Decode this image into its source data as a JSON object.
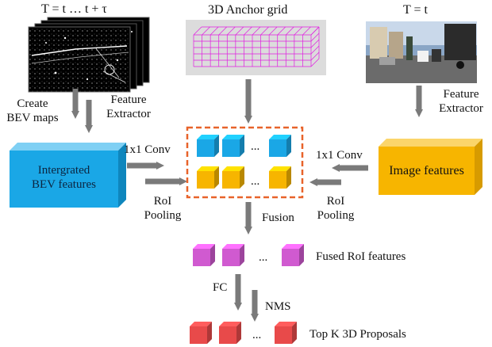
{
  "labels": {
    "lidar_time": "T = t … t + τ",
    "anchor_grid": "3D Anchor grid",
    "image_time": "T = t",
    "create_bev_line1": "Create",
    "create_bev_line2": "BEV maps",
    "feature_extractor_left_line1": "Feature",
    "feature_extractor_left_line2": "Extractor",
    "feature_extractor_right_line1": "Feature",
    "feature_extractor_right_line2": "Extractor",
    "bev_features_line1": "Intergrated",
    "bev_features_line2": "BEV features",
    "image_features": "Image features",
    "conv_left": "1x1 Conv",
    "conv_right": "1x1 Conv",
    "roi_left_line1": "RoI",
    "roi_left_line2": "Pooling",
    "roi_right_line1": "RoI",
    "roi_right_line2": "Pooling",
    "fusion": "Fusion",
    "fused_roi": "Fused RoI features",
    "fc": "FC",
    "nms": "NMS",
    "top_k": "Top K 3D Proposals",
    "ellipsis_blue": "...",
    "ellipsis_orange": "...",
    "ellipsis_fused": "...",
    "ellipsis_proposals": "..."
  },
  "colors": {
    "bev_block": "#1aa7e6",
    "image_block": "#f7b500",
    "anchor_grid": "#e01ce0",
    "dashed_box": "#e8632a",
    "fused_cube": "#d05ad0",
    "proposal_cube": "#e84a4a",
    "arrow": "#7a7a7a"
  }
}
